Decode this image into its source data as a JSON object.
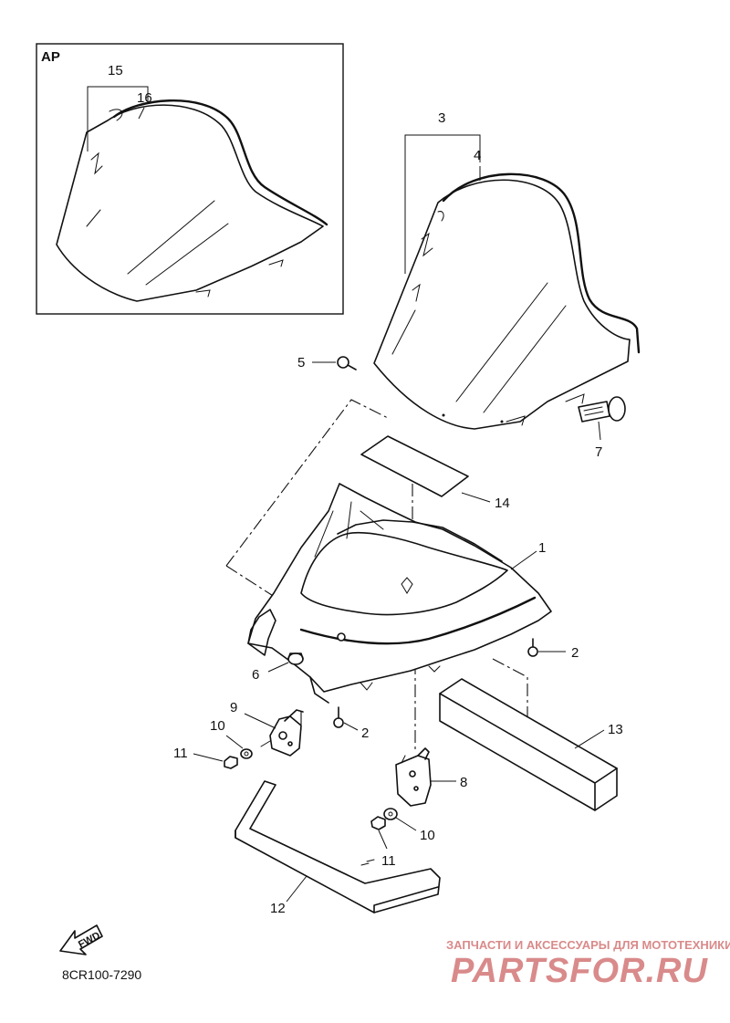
{
  "inset": {
    "label": "AP",
    "part_numbers": [
      "15",
      "16"
    ]
  },
  "callouts": {
    "p1": "1",
    "p2a": "2",
    "p2b": "2",
    "p3": "3",
    "p4": "4",
    "p5": "5",
    "p6": "6",
    "p7": "7",
    "p8": "8",
    "p9": "9",
    "p10a": "10",
    "p10b": "10",
    "p11a": "11",
    "p11b": "11",
    "p12": "12",
    "p13": "13",
    "p14": "14"
  },
  "fwd_arrow": {
    "text": "FWD"
  },
  "diagram_code": "8CR100-7290",
  "watermark": {
    "tagline": "ЗАПЧАСТИ И АКСЕССУАРЫ ДЛЯ МОТОТЕХНИКИ",
    "logo": "PARTSFOR.RU",
    "color": "#d98a8a"
  }
}
